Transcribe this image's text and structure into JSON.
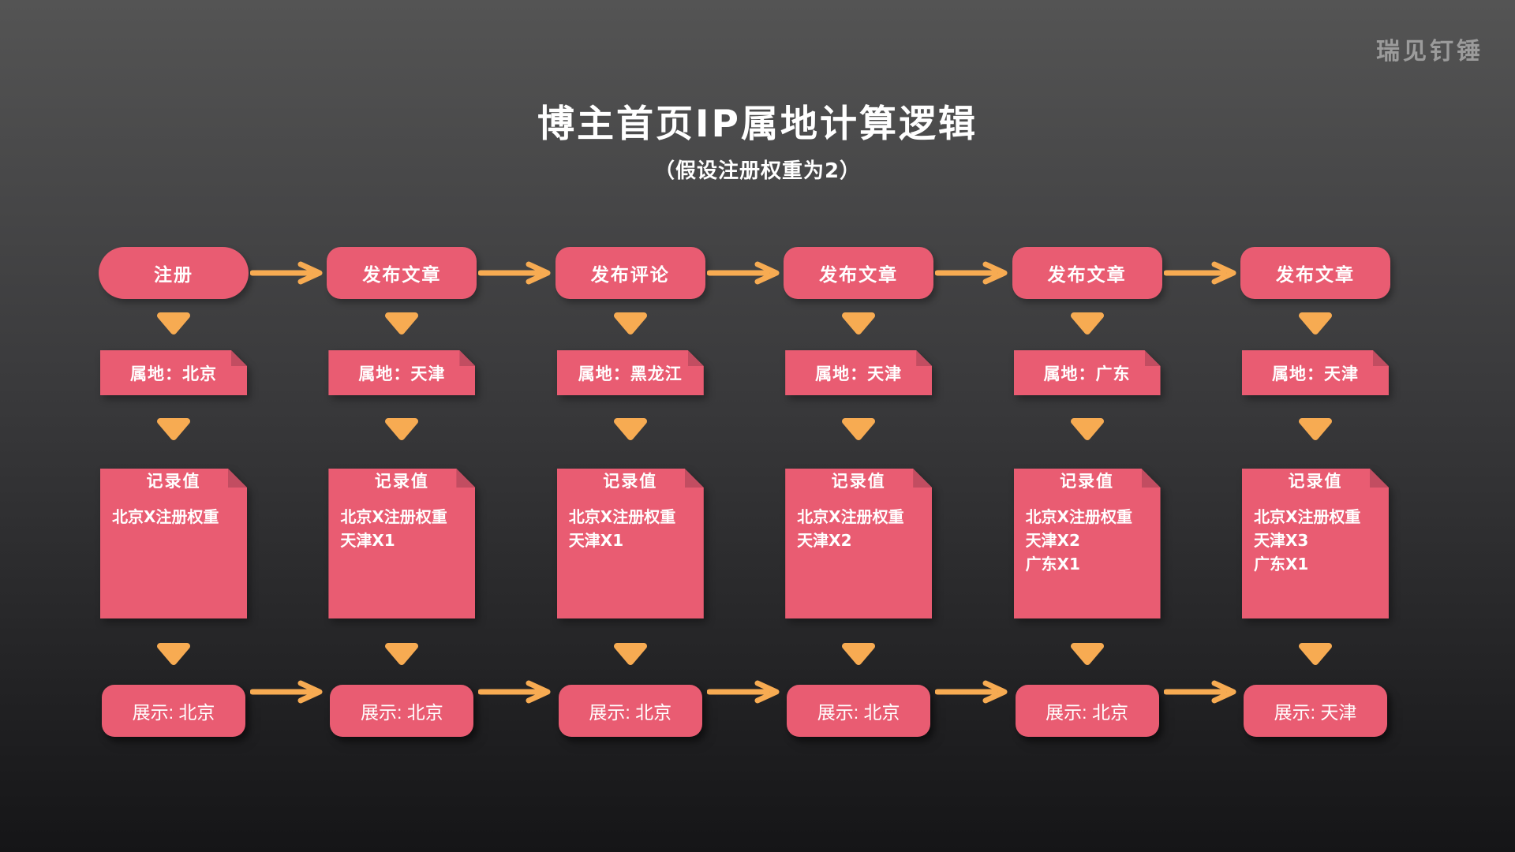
{
  "watermark": "瑞见钉锤",
  "header": {
    "title": "博主首页IP属地计算逻辑",
    "subtitle": "（假设注册权重为2）"
  },
  "colors": {
    "node_pink": "#e95c72",
    "node_fold": "#c24d61",
    "arrow_orange": "#f7ab52",
    "bg_top": "#545454",
    "bg_bottom": "#151517",
    "text_white": "#ffffff",
    "watermark_gray": "#9b9b9b"
  },
  "columns": [
    {
      "action": "注册",
      "location": "属地：北京",
      "record": {
        "title": "记录值",
        "lines": [
          "北京X注册权重"
        ]
      },
      "display": "展示: 北京"
    },
    {
      "action": "发布文章",
      "location": "属地：天津",
      "record": {
        "title": "记录值",
        "lines": [
          "北京X注册权重",
          "天津X1"
        ]
      },
      "display": "展示: 北京"
    },
    {
      "action": "发布评论",
      "location": "属地：黑龙江",
      "record": {
        "title": "记录值",
        "lines": [
          "北京X注册权重",
          "天津X1"
        ]
      },
      "display": "展示: 北京"
    },
    {
      "action": "发布文章",
      "location": "属地：天津",
      "record": {
        "title": "记录值",
        "lines": [
          "北京X注册权重",
          "天津X2"
        ]
      },
      "display": "展示: 北京"
    },
    {
      "action": "发布文章",
      "location": "属地：广东",
      "record": {
        "title": "记录值",
        "lines": [
          "北京X注册权重",
          "天津X2",
          "广东X1"
        ]
      },
      "display": "展示: 北京"
    },
    {
      "action": "发布文章",
      "location": "属地：天津",
      "record": {
        "title": "记录值",
        "lines": [
          "北京X注册权重",
          "天津X3",
          "广东X1"
        ]
      },
      "display": "展示: 天津"
    }
  ]
}
